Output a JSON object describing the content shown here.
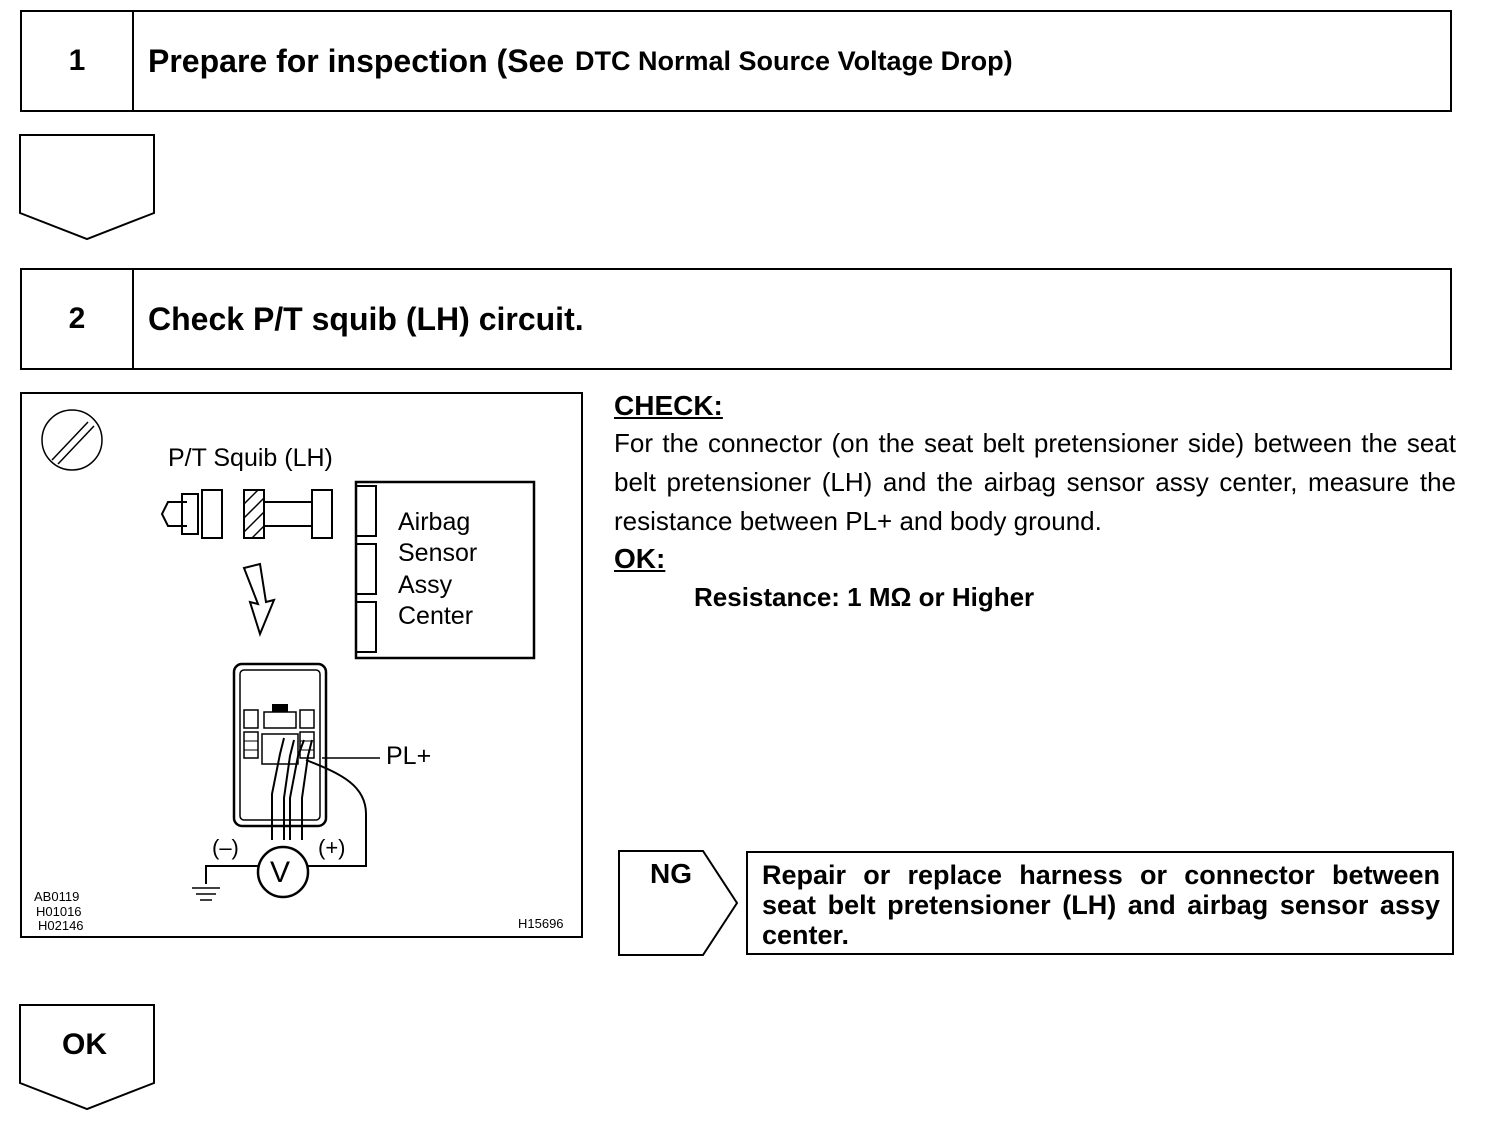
{
  "steps": [
    {
      "number": "1",
      "title": "Prepare for inspection (See",
      "title_small": "DTC Normal Source Voltage Drop)"
    },
    {
      "number": "2",
      "title": "Check P/T squib (LH) circuit."
    }
  ],
  "figure": {
    "component_label": "P/T Squib (LH)",
    "ecu_label_lines": [
      "Airbag",
      "Sensor",
      "Assy",
      "Center"
    ],
    "terminal_label": "PL+",
    "meter_minus": "(–)",
    "meter_plus": "(+)",
    "meter_symbol": "V",
    "ref_codes": [
      "AB0119",
      "H01016",
      "H02146"
    ],
    "figure_id": "H15696"
  },
  "check": {
    "heading": "CHECK:",
    "text": "For the connector (on the seat belt pretensioner side) between the seat belt pretensioner (LH) and the airbag sensor assy center, measure the resistance between PL+ and body ground.",
    "ok_heading": "OK:",
    "spec": "Resistance: 1 MΩ or Higher"
  },
  "ng": {
    "label": "NG",
    "text": "Repair or replace harness or connector between seat belt pretensioner (LH) and airbag sensor assy center."
  },
  "ok": {
    "label": "OK"
  }
}
